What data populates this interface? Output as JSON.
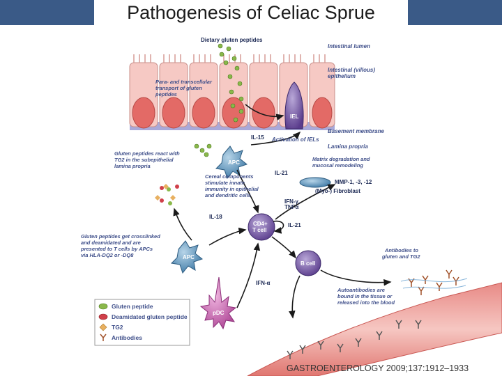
{
  "title": "Pathogenesis of Celiac Sprue",
  "citation": "GASTROENTEROLOGY 2009;137:1912–1933",
  "labels": {
    "dietary": "Dietary gluten peptides",
    "lumen": "Intestinal lumen",
    "epithelium_1": "Intestinal (villous)",
    "epithelium_2": "epithelium",
    "transport_1": "Para- and transcellular",
    "transport_2": "transport of gluten",
    "transport_3": "peptides",
    "basement": "Basement membrane",
    "activation": "Activation of IELs",
    "lamina": "Lamina propria",
    "tg2_react_1": "Gluten peptides react with",
    "tg2_react_2": "TG2 in the subepithelial",
    "tg2_react_3": "lamina propria",
    "cereal_1": "Cereal components",
    "cereal_2": "stimulate innate",
    "cereal_3": "immunity in epithelial",
    "cereal_4": "and dendritic cells",
    "matrix_1": "Matrix degradation and",
    "matrix_2": "mucosal remodeling",
    "mmp": "MMP-1, -3, -12",
    "fibroblast": "(Myo-) Fibroblast",
    "crosslinked_1": "Gluten peptides get crosslinked",
    "crosslinked_2": "and deamidated and are",
    "crosslinked_3": "presented to T cells by APCs",
    "crosslinked_4": "via HLA-DQ2 or -DQ8",
    "antibodies_1": "Antibodies to",
    "antibodies_2": "gluten and TG2",
    "autoantibodies_1": "Autoantibodies are",
    "autoantibodies_2": "bound in the tissue or",
    "autoantibodies_3": "released into the blood",
    "il15": "IL-15",
    "il21_top": "IL-21",
    "il21_right": "IL-21",
    "il18": "IL-18",
    "ifn_g": "IFN-γ,",
    "tnf_a": "TNFα",
    "ifn_a": "IFN-α"
  },
  "cells": {
    "iel": "IEL",
    "apc_top": "APC",
    "cd4_1": "CD4+",
    "cd4_2": "T cell",
    "apc_bottom": "APC",
    "bcell": "B cell",
    "pdc": "pDC"
  },
  "legend": [
    {
      "label": "Gluten peptide",
      "color": "#8ab84a"
    },
    {
      "label": "Deamidated gluten peptide",
      "color": "#d0404a"
    },
    {
      "label": "TG2",
      "color": "#e8b060"
    },
    {
      "label": "Antibodies",
      "color": "#a05028"
    }
  ]
}
